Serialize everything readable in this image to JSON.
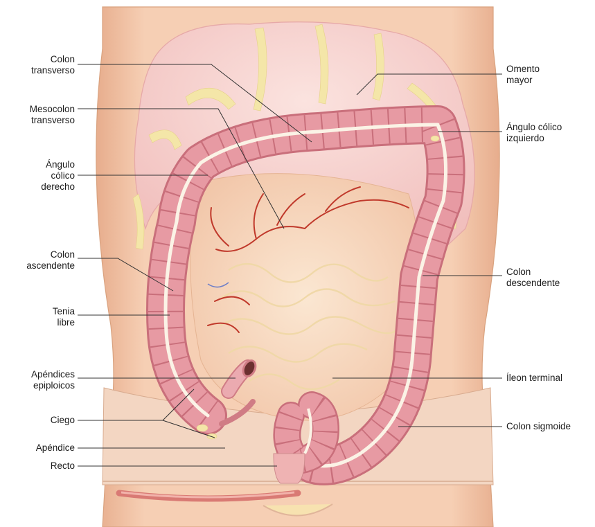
{
  "labels": {
    "colon_transverso": [
      "Colon",
      "transverso"
    ],
    "mesocolon_transverso": [
      "Mesocolon",
      "transverso"
    ],
    "angulo_colico_derecho": [
      "Ángulo",
      "cólico",
      "derecho"
    ],
    "colon_ascendente": [
      "Colon",
      "ascendente"
    ],
    "tenia_libre": [
      "Tenia",
      "libre"
    ],
    "apendices_epiploicos": [
      "Apéndices",
      "epiploicos"
    ],
    "ciego": "Ciego",
    "apendice": "Apéndice",
    "recto": "Recto",
    "omento_mayor": [
      "Omento",
      "mayor"
    ],
    "angulo_colico_izquierdo": [
      "Ángulo cólico",
      "izquierdo"
    ],
    "colon_descendente": [
      "Colon",
      "descendente"
    ],
    "ileon_terminal": "Íleon terminal",
    "colon_sigmoide": "Colon sigmoide"
  },
  "colors": {
    "skin": "#f6cfb4",
    "skin_dark": "#e9b293",
    "omentum": "#f7d3cf",
    "fat": "#f4e6a8",
    "colon": "#e79aa3",
    "colon_dark": "#c96f7b",
    "taenia": "#fbf3e6",
    "mesentery": "#f8dcc4",
    "vessel": "#c0392b",
    "leader": "#333333"
  }
}
